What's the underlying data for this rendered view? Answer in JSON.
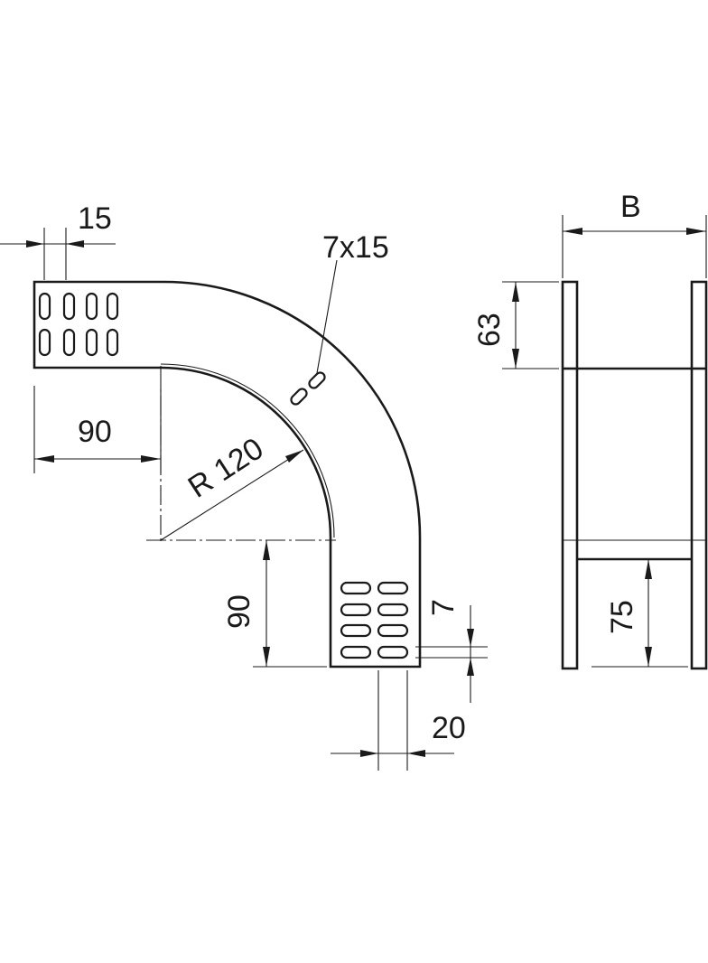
{
  "drawing": {
    "dimensions": {
      "slot_offset_top": "15",
      "slot_size": "7x15",
      "straight_length_horizontal": "90",
      "bend_radius": "R 120",
      "straight_length_vertical": "90",
      "slot_height": "7",
      "slot_offset_bottom": "20",
      "width": "B",
      "side_height": "63",
      "bottom_height": "75"
    }
  }
}
